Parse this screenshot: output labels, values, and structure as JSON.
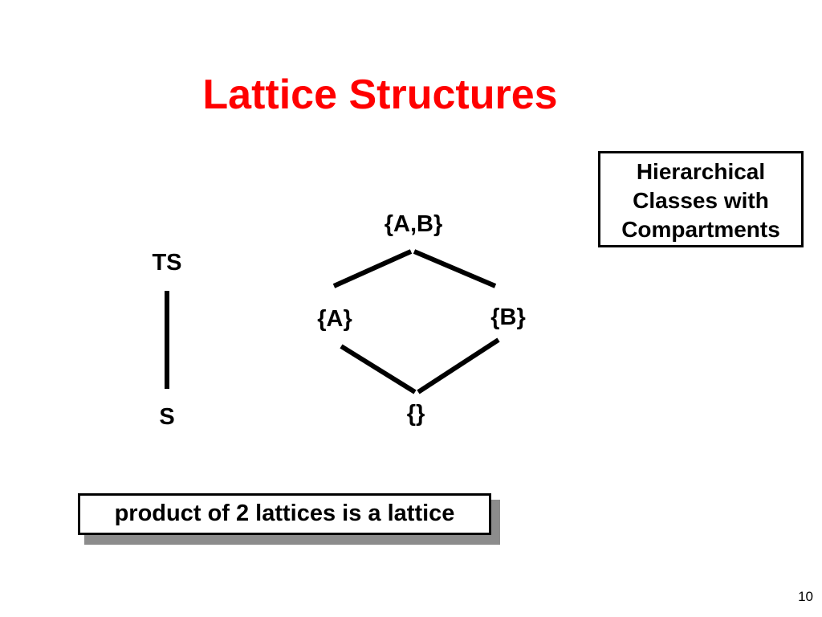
{
  "slide": {
    "title": "Lattice Structures",
    "title_color": "#ff0000",
    "note_lines": [
      "Hierarchical",
      "Classes with",
      "Compartments"
    ],
    "caption": "product of 2 lattices is a lattice",
    "page_number": "10"
  },
  "diagram": {
    "chain": {
      "top": "TS",
      "bottom": "S"
    },
    "lattice": {
      "top": "{A,B}",
      "left": "{A}",
      "right": "{B}",
      "bottom": "{}"
    },
    "edges": [
      {
        "from": "TS",
        "to": "S"
      },
      {
        "from": "{A,B}",
        "to": "{A}"
      },
      {
        "from": "{A,B}",
        "to": "{B}"
      },
      {
        "from": "{A}",
        "to": "{}"
      },
      {
        "from": "{B}",
        "to": "{}"
      }
    ]
  }
}
